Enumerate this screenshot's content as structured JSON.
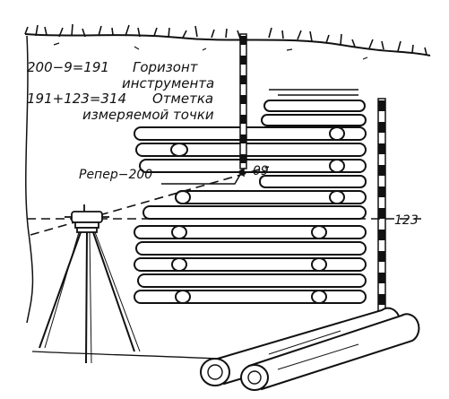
{
  "annotations": {
    "horizon_equation": "200−9=191",
    "horizon_label_line1": "Горизонт",
    "horizon_label_line2": "инструмента",
    "mark_equation": "191+123=314",
    "mark_label_line1": "Отметка",
    "mark_label_line2": "измеряемой точки",
    "benchmark_label": "Репер−200",
    "rod_reading_back": "09",
    "rod_reading_front": "123"
  },
  "colors": {
    "ink": "#111111",
    "paper": "#ffffff"
  }
}
